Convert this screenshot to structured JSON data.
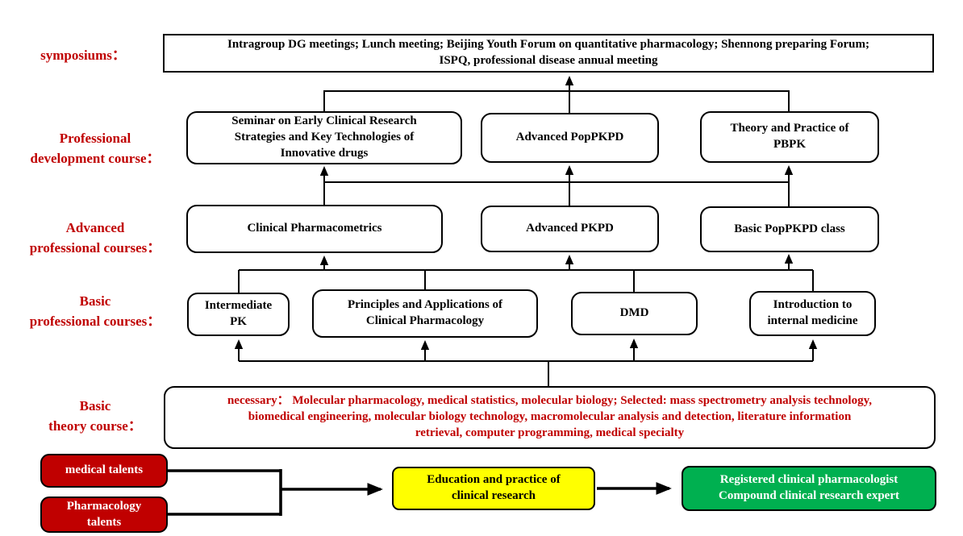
{
  "palette": {
    "label_red": "#C00000",
    "input_box_red": "#C00000",
    "process_box_yellow": "#FFFF00",
    "outcome_box_green": "#00B050",
    "line_black": "#000000"
  },
  "row_labels": {
    "symposiums": {
      "lines": [
        "symposiums："
      ]
    },
    "professional_development": {
      "lines": [
        "Professional",
        "development course："
      ]
    },
    "advanced_professional": {
      "lines": [
        "Advanced",
        "professional courses："
      ]
    },
    "basic_professional": {
      "lines": [
        "Basic",
        "professional courses："
      ]
    },
    "basic_theory": {
      "lines": [
        "Basic",
        "theory course："
      ]
    }
  },
  "symposiums_box": {
    "lines": [
      "Intragroup DG meetings; Lunch meeting; Beijing Youth Forum on quantitative pharmacology; Shennong preparing Forum;",
      "ISPQ, professional disease annual meeting"
    ]
  },
  "professional_development_courses": [
    {
      "lines": [
        "Seminar on Early Clinical Research",
        "Strategies and Key Technologies of",
        "Innovative drugs"
      ]
    },
    {
      "lines": [
        "Advanced PopPKPD"
      ]
    },
    {
      "lines": [
        "Theory and Practice of",
        "PBPK"
      ]
    }
  ],
  "advanced_professional_courses": [
    {
      "lines": [
        "Clinical Pharmacometrics"
      ]
    },
    {
      "lines": [
        "Advanced PKPD"
      ]
    },
    {
      "lines": [
        "Basic PopPKPD class"
      ]
    }
  ],
  "basic_professional_courses": [
    {
      "lines": [
        "Intermediate",
        "PK"
      ]
    },
    {
      "lines": [
        "Principles and Applications of",
        "Clinical Pharmacology"
      ]
    },
    {
      "lines": [
        "DMD"
      ]
    },
    {
      "lines": [
        "Introduction to",
        "internal medicine"
      ]
    }
  ],
  "basic_theory_box": {
    "lines": [
      "necessary：  Molecular pharmacology, medical statistics, molecular biology; Selected: mass spectrometry analysis technology,",
      "biomedical engineering, molecular biology technology, macromolecular analysis and detection, literature information",
      "retrieval, computer programming, medical specialty"
    ]
  },
  "pipeline": {
    "inputs": [
      {
        "lines": [
          "medical talents"
        ]
      },
      {
        "lines": [
          "Pharmacology",
          "talents"
        ]
      }
    ],
    "process": {
      "lines": [
        "Education and practice of",
        "clinical research"
      ]
    },
    "outcome": {
      "lines": [
        "Registered clinical pharmacologist",
        "Compound clinical research expert"
      ]
    }
  }
}
